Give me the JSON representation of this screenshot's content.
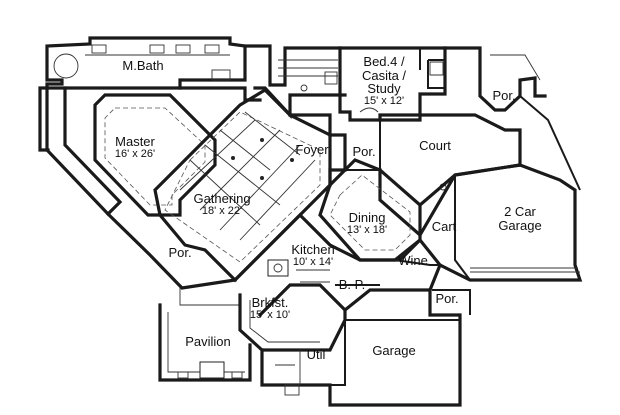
{
  "rooms": {
    "master_bath": {
      "name": "M.Bath"
    },
    "bed4": {
      "line1": "Bed.4 /",
      "line2": "Casita /",
      "line3": "Study",
      "dims": "15' x 12'"
    },
    "master": {
      "name": "Master",
      "dims": "16' x 26'"
    },
    "foyer": {
      "name": "Foyer"
    },
    "porch_foyer": {
      "name": "Por."
    },
    "court": {
      "name": "Court"
    },
    "porch_garage_top": {
      "name": "Por."
    },
    "gathering": {
      "name": "Gathering",
      "dims": "18' x 22'"
    },
    "dining": {
      "name": "Dining",
      "dims": "13' x 18'"
    },
    "cart": {
      "name": "Cart"
    },
    "two_car_garage": {
      "line1": "2 Car",
      "line2": "Garage"
    },
    "porch_left": {
      "name": "Por."
    },
    "kitchen": {
      "name": "Kitchen",
      "dims": "10' x 14'"
    },
    "wine": {
      "name": "Wine"
    },
    "bp": {
      "name": "B. P."
    },
    "porch_right": {
      "name": "Por."
    },
    "breakfast": {
      "name": "Brkfst.",
      "dims": "15' x 10'"
    },
    "pavilion": {
      "name": "Pavilion"
    },
    "garage": {
      "name": "Garage"
    },
    "util": {
      "name": "Util"
    }
  }
}
